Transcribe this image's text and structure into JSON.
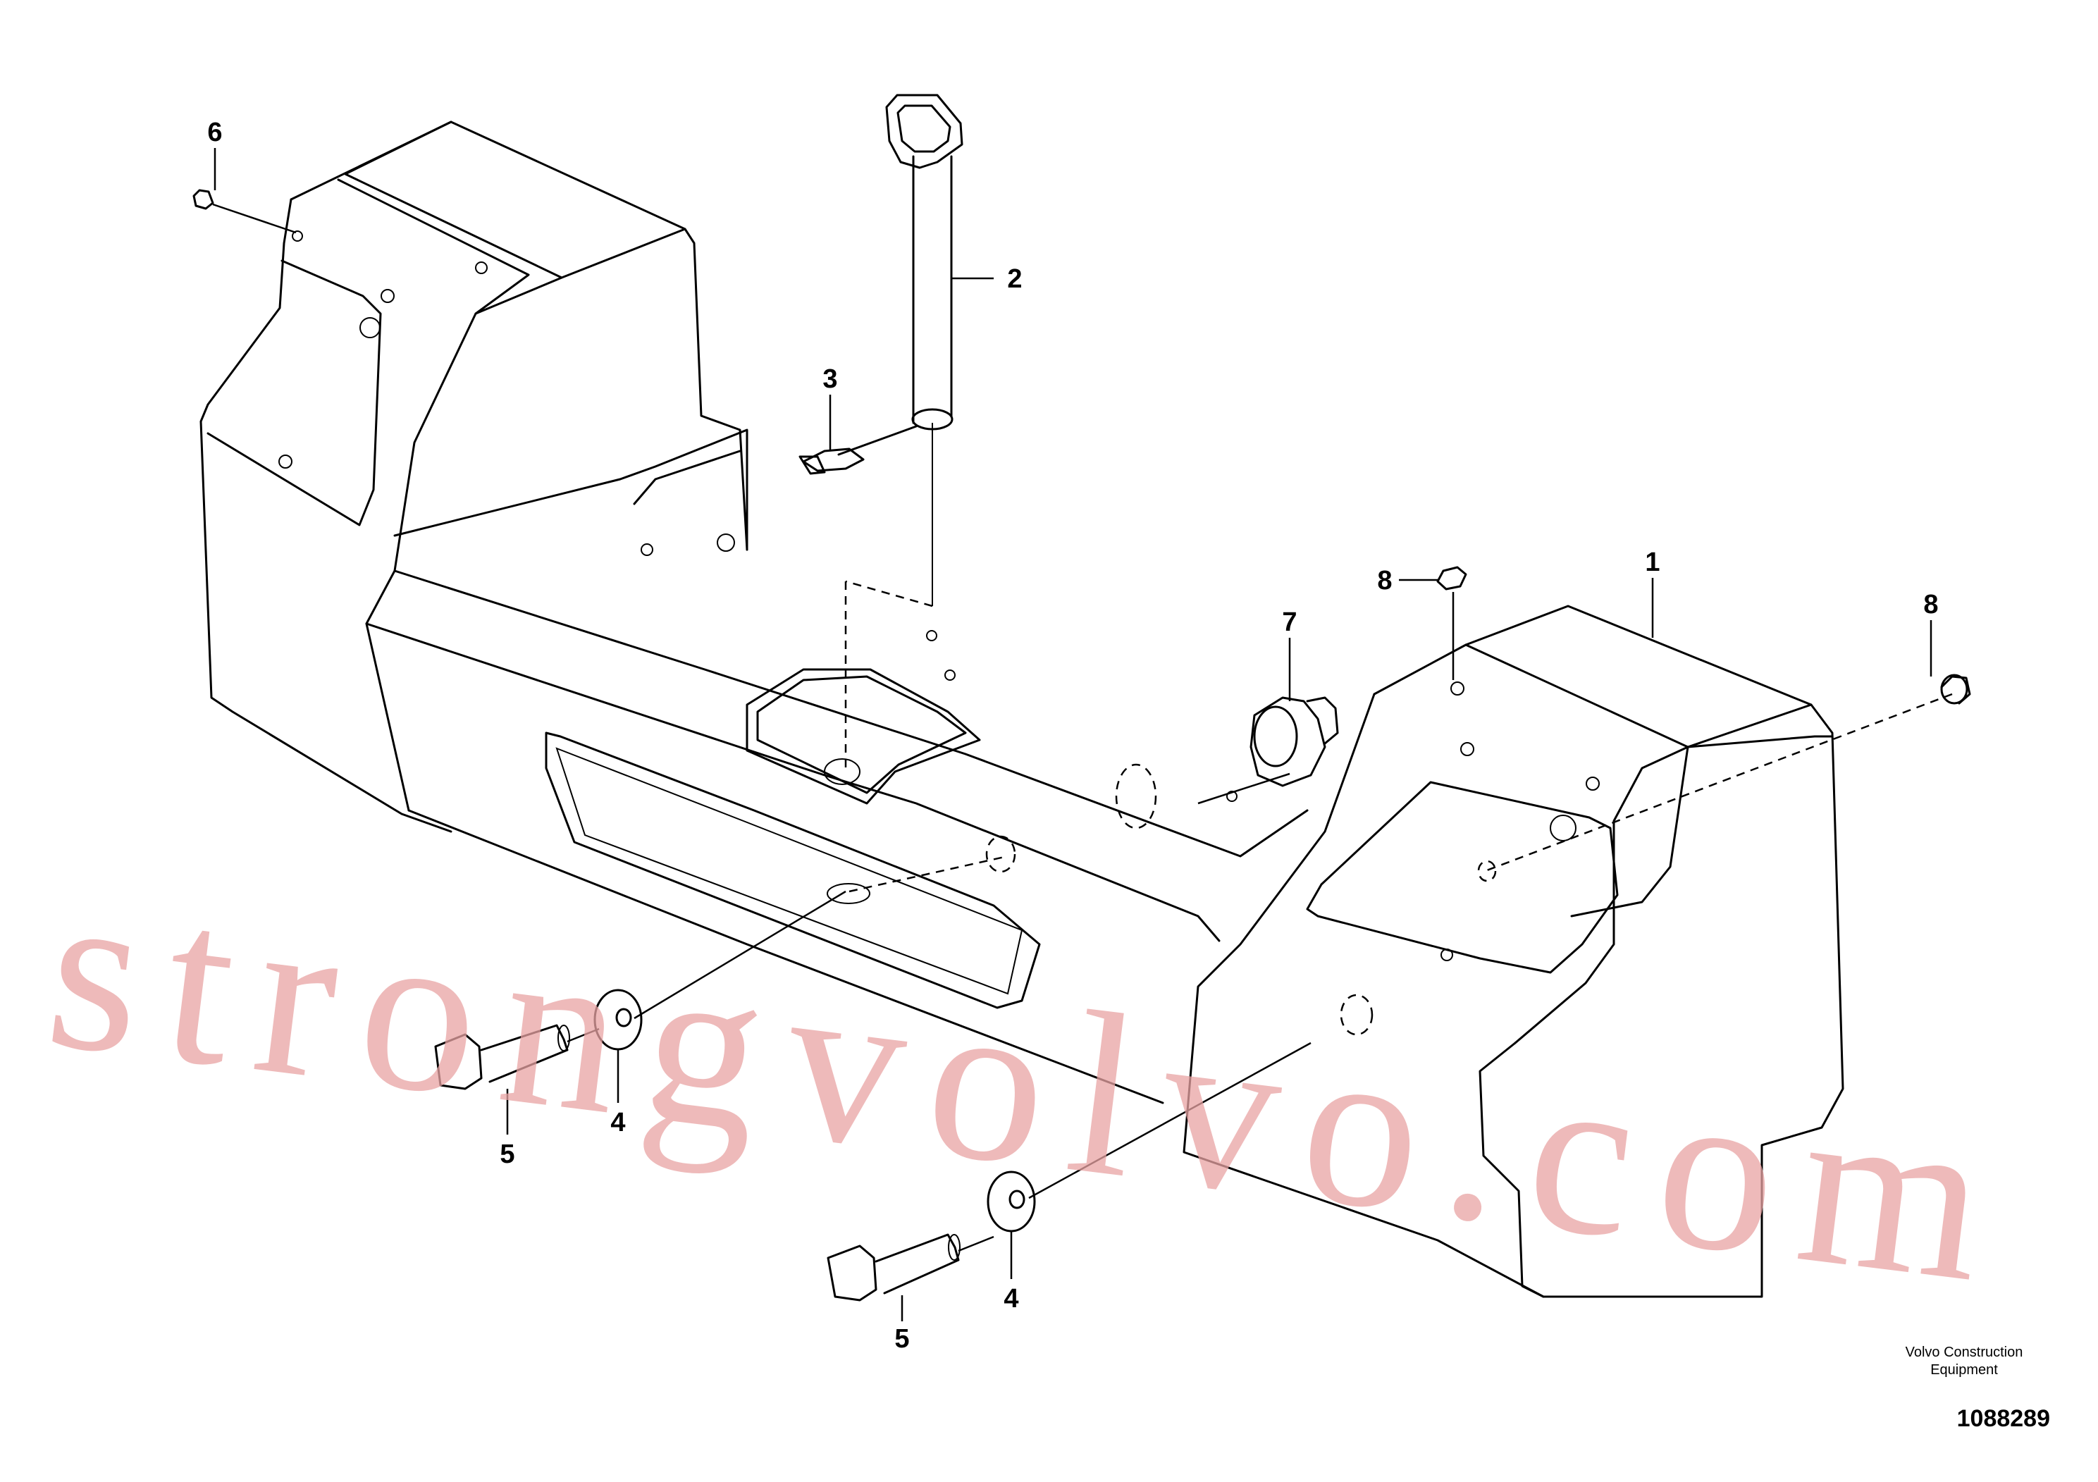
{
  "callouts": {
    "c1": "1",
    "c2": "2",
    "c3": "3",
    "c4a": "4",
    "c4b": "4",
    "c5a": "5",
    "c5b": "5",
    "c6": "6",
    "c7": "7",
    "c8a": "8",
    "c8b": "8"
  },
  "watermark": "strongvolvo.com",
  "brand": {
    "line1": "Volvo Construction",
    "line2": "Equipment"
  },
  "document_number": "1088289",
  "colors": {
    "linework": "#000000",
    "watermark": "#e8a3a3",
    "background": "#ffffff"
  }
}
